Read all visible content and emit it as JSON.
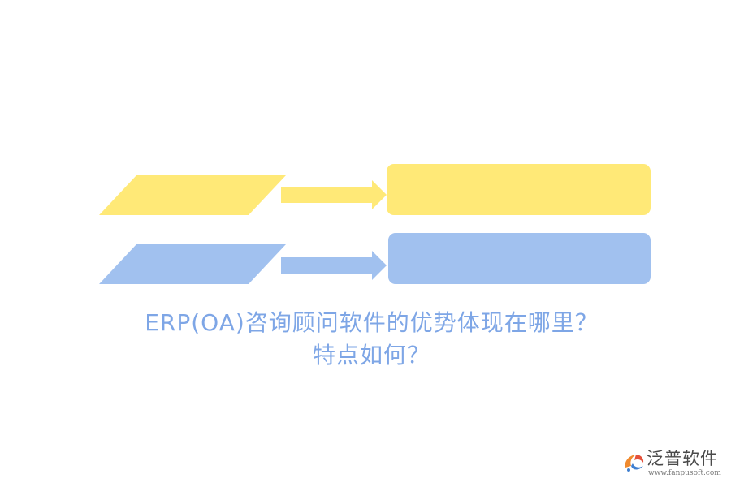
{
  "title": {
    "line1": "ERP(OA)咨询顾问软件的优势体现在哪里？",
    "line2": "特点如何？"
  },
  "logo": {
    "name": "泛普软件",
    "url": "www.fanpusoft.com",
    "icon": "fanpu-logo-icon"
  },
  "colors": {
    "yellow": "#ffe977",
    "blue": "#a1c1ef",
    "title": "#7ea6e6"
  },
  "diagram": {
    "rows": [
      {
        "name": "row-yellow",
        "color": "#ffe977"
      },
      {
        "name": "row-blue",
        "color": "#a1c1ef"
      }
    ]
  }
}
